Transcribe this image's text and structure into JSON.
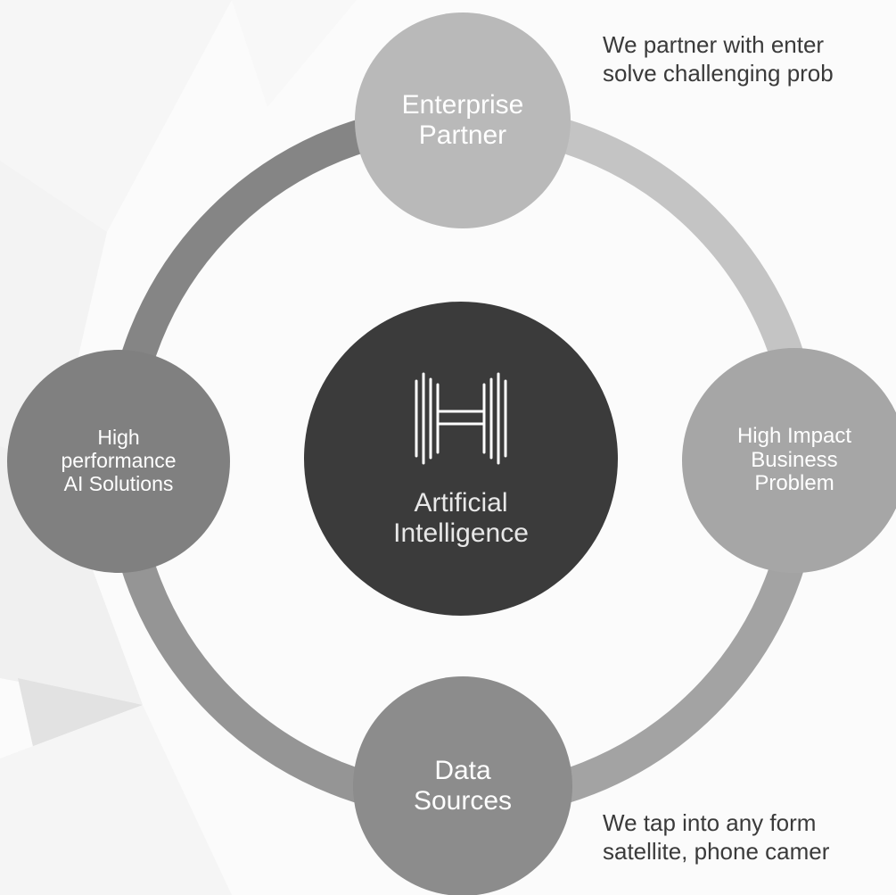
{
  "diagram": {
    "center": {
      "icon": "h-logo-icon",
      "line1": "Artificial",
      "line2": "Intelligence"
    },
    "nodes": {
      "top": {
        "line1": "Enterprise",
        "line2": "Partner"
      },
      "right": {
        "line1": "High Impact",
        "line2": "Business",
        "line3": "Problem"
      },
      "bottom": {
        "line1": "Data",
        "line2": "Sources"
      },
      "left": {
        "line1": "High",
        "line2": "performance",
        "line3": "AI Solutions"
      }
    },
    "descriptions": {
      "top": {
        "line1": "We partner with enter",
        "line2": "solve challenging prob"
      },
      "bottom": {
        "line1": "We tap into any form",
        "line2": "satellite, phone camer"
      }
    }
  },
  "colors": {
    "background": "#fbfbfb",
    "center": "#3b3b3b",
    "node_top": "#b9b9b9",
    "node_right": "#a6a6a6",
    "node_bottom": "#8c8c8c",
    "node_left": "#808080",
    "arc_top_right": "#c4c4c4",
    "arc_right_bottom": "#a3a3a3",
    "arc_bottom_left": "#959595",
    "arc_left_top": "#858585"
  }
}
